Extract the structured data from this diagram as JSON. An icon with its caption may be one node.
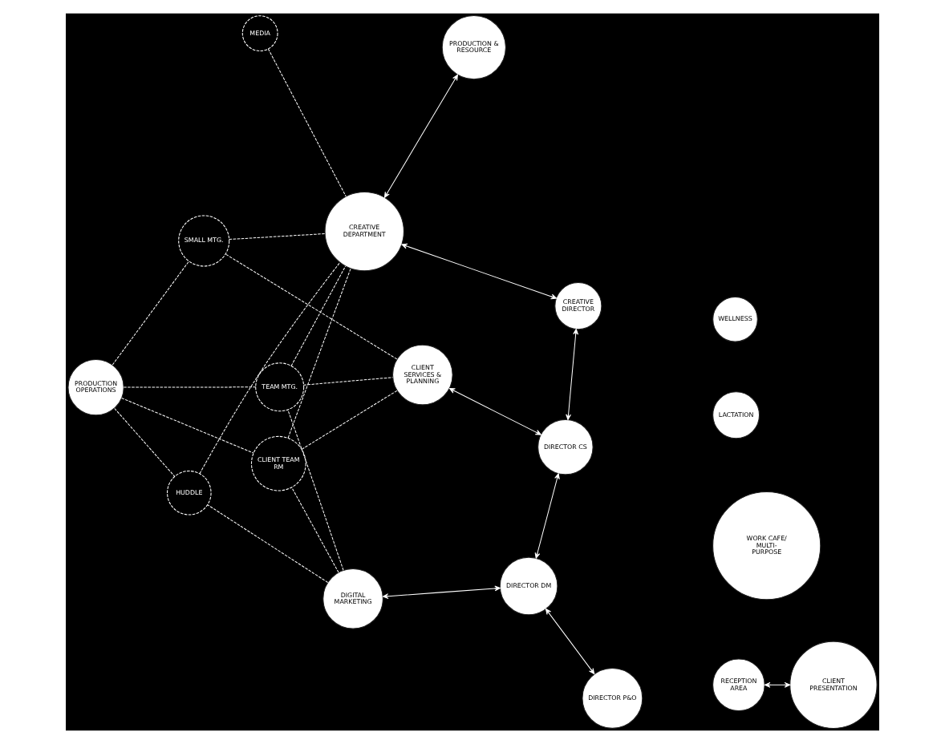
{
  "diagram": {
    "nodes": [
      {
        "text": [
          "PRODUCTION OPERATIONS"
        ]
      },
      {
        "text": [
          "DIRECTOR P&O"
        ]
      },
      {
        "text": [
          "DIRECTOR DM"
        ]
      },
      {
        "text": [
          "DIGITAL MARKETING"
        ]
      },
      {
        "text": [
          "TEAM MTG."
        ]
      },
      {
        "text": [
          "WORK CAFE/ MULTI-PURPOSE"
        ]
      },
      {
        "text": [
          "DIRECTOR CS"
        ]
      },
      {
        "text": [
          "LACTATION"
        ]
      },
      {
        "text": [
          "CLIENT TEAM RM"
        ]
      },
      {
        "text": [
          "CLIENT SERVICES & PLANNING"
        ]
      },
      {
        "text": [
          "CREATIVE DIRECTOR"
        ]
      },
      {
        "text": [
          "WELLNESS"
        ]
      },
      {
        "text": [
          "RECEPTION AREA"
        ]
      },
      {
        "text": [
          "CLIENT PRESENTATION"
        ]
      },
      {
        "text": [
          "HUDDLE"
        ]
      },
      {
        "text": [
          "CREATIVE DEPARTMENT"
        ]
      },
      {
        "text": [
          "SMALL MTG."
        ]
      },
      {
        "text": [
          "PRODUCTION & RESOURCE"
        ]
      },
      {
        "text": [
          "MEDIA"
        ]
      }
    ],
    "edges": [
      {
        "from": 1,
        "to": 2,
        "arrow": "both"
      },
      {
        "from": 2,
        "to": 3,
        "arrow": "both"
      },
      {
        "from": 2,
        "to": 6,
        "arrow": "both"
      },
      {
        "from": 6,
        "to": 9,
        "arrow": "both"
      },
      {
        "from": 6,
        "to": 10,
        "arrow": "both"
      },
      {
        "from": 10,
        "to": 15,
        "arrow": "both"
      },
      {
        "from": 15,
        "to": 17,
        "arrow": "both"
      },
      {
        "from": 12,
        "to": 13,
        "arrow": "both"
      },
      {
        "from": 0,
        "to": 4,
        "arrow": "none",
        "style": "dashed"
      },
      {
        "from": 3,
        "to": 4,
        "arrow": "none",
        "style": "dashed"
      },
      {
        "from": 4,
        "to": 9,
        "arrow": "none",
        "style": "dashed"
      },
      {
        "from": 4,
        "to": 15,
        "arrow": "none",
        "style": "dashed"
      },
      {
        "from": 0,
        "to": 8,
        "arrow": "none",
        "style": "dashed"
      },
      {
        "from": 0,
        "to": 14,
        "arrow": "none",
        "style": "dashed"
      },
      {
        "from": 0,
        "to": 16,
        "arrow": "none",
        "style": "dashed"
      },
      {
        "from": 3,
        "to": 8,
        "arrow": "none",
        "style": "dashed"
      },
      {
        "from": 3,
        "to": 14,
        "arrow": "none",
        "style": "dashed"
      },
      {
        "from": 8,
        "to": 9,
        "arrow": "none",
        "style": "dashed"
      },
      {
        "from": 8,
        "to": 15,
        "arrow": "none",
        "style": "dashed"
      },
      {
        "from": 14,
        "to": 15,
        "arrow": "none",
        "style": "dashed"
      },
      {
        "from": 16,
        "to": 15,
        "arrow": "none",
        "style": "dashed"
      },
      {
        "from": 18,
        "to": 15,
        "arrow": "none",
        "style": "dashed"
      },
      {
        "from": 9,
        "to": 16,
        "arrow": "none",
        "style": "dashed"
      }
    ]
  }
}
